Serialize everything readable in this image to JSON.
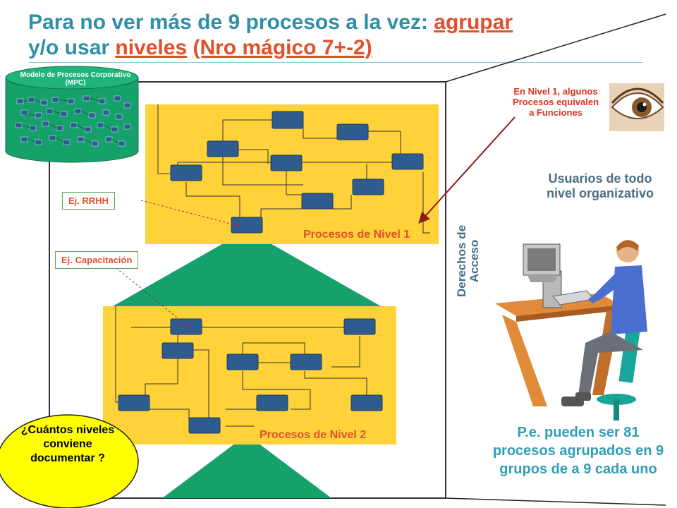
{
  "title": {
    "line1_prefix": "Para no ver más de 9 procesos a la vez: ",
    "line1_link": "agrupar",
    "line2_prefix": "y/o usar ",
    "line2_link1": "niveles",
    "line2_sep": " ",
    "line2_link2": "(Nro mágico 7+-2)"
  },
  "mpc": {
    "label": "Modelo de Procesos Corporativo (MPC)"
  },
  "level1": {
    "label": "Procesos de Nivel 1",
    "color": "#ffd23a"
  },
  "level2": {
    "label": "Procesos de Nivel 2",
    "color": "#ffd23a"
  },
  "examples": {
    "rrhh": "Ej. RRHH",
    "capacitacion": "Ej. Capacitación"
  },
  "notes": {
    "nivel1": "En Nivel 1, algunos Procesos equivalen a Funciones",
    "usuarios": "Usuarios de todo nivel organizativo",
    "derechos_line1": "Derechos de",
    "derechos_line2": "Acceso",
    "pe": "P.e. pueden ser 81 procesos agrupados en 9 grupos de a 9 cada uno"
  },
  "question": {
    "text": "¿Cuántos niveles conviene documentar ?"
  },
  "icons": [
    "eye-icon",
    "user-at-computer-illustration",
    "database-cylinder-icon"
  ],
  "colors": {
    "accent_teal": "#2e8fa7",
    "accent_red": "#e0502b",
    "process_box": "#2f5c8f",
    "pyramid": "#16a06a",
    "bubble": "#ffff00"
  }
}
